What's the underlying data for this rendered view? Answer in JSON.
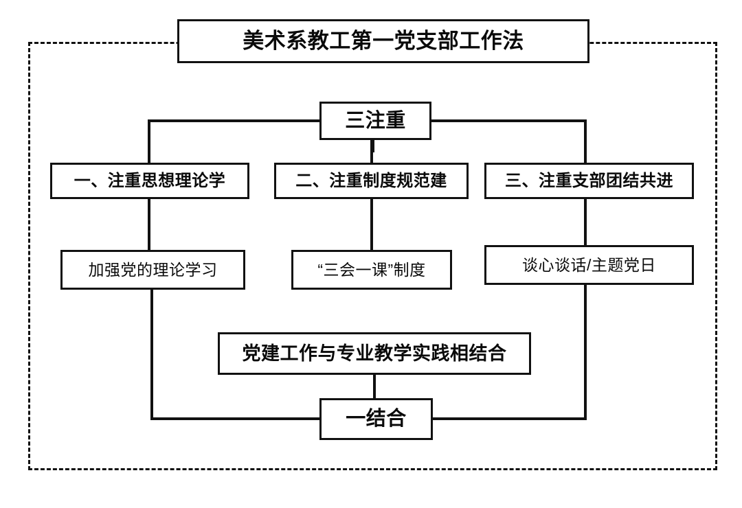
{
  "diagram": {
    "title": "美术系教工第一党支部工作法",
    "pillar": {
      "label": "三注重",
      "branches": [
        {
          "label": "一、注重思想理论学",
          "leaf": "加强党的理论学习"
        },
        {
          "label": "二、注重制度规范建",
          "leaf": "“三会一课”制度"
        },
        {
          "label": "三、注重支部团结共进",
          "leaf": "谈心谈话/主题党日"
        }
      ]
    },
    "combine": {
      "description": "党建工作与专业教学实践相结合",
      "label": "一结合"
    },
    "colors": {
      "line": "#111111",
      "text": "#0a0a0a",
      "background": "#ffffff"
    }
  }
}
